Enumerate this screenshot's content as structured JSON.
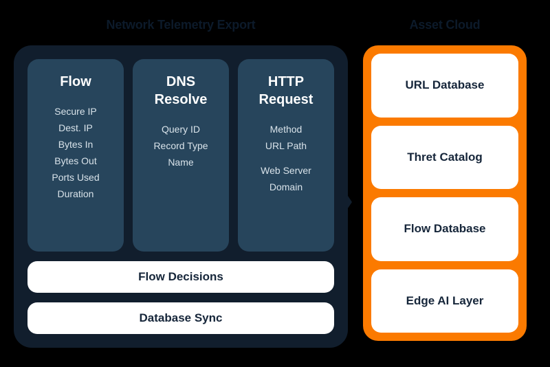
{
  "diagram": {
    "background_color": "#000000",
    "left_panel": {
      "title": "Network Telemetry Export",
      "panel_color": "#111e2d",
      "card_color": "#27455c",
      "cards": [
        {
          "title": "Flow",
          "items": [
            "Secure IP",
            "Dest. IP",
            "Bytes In",
            "Bytes Out",
            "Ports Used",
            "Duration"
          ]
        },
        {
          "title": "DNS\nResolve",
          "items": [
            "Query ID",
            "Record Type",
            "Name"
          ]
        },
        {
          "title": "HTTP\nRequest",
          "items": [
            "Method",
            "URL Path",
            "Web Server\nDomain"
          ]
        }
      ],
      "bars": [
        {
          "label": "Flow Decisions"
        },
        {
          "label": "Database Sync"
        }
      ]
    },
    "right_panel": {
      "title": "Asset Cloud",
      "panel_color": "#fb7a00",
      "cards": [
        {
          "label": "URL Database"
        },
        {
          "label": "Thret Catalog"
        },
        {
          "label": "Flow Database"
        },
        {
          "label": "Edge AI Layer"
        }
      ]
    },
    "connector": {
      "name": "arrow-connector",
      "direction": "left-to-right"
    }
  }
}
